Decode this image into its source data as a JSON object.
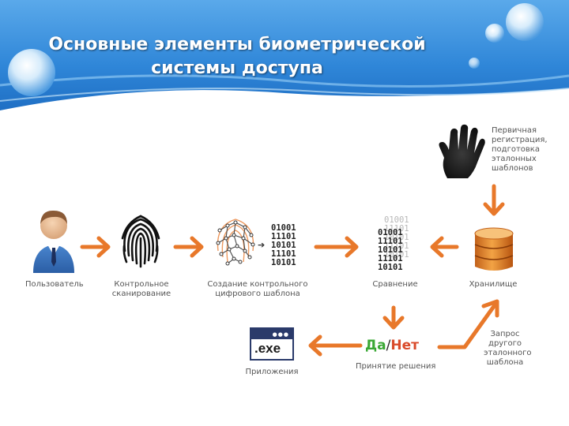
{
  "slide": {
    "title_line1": "Основные элементы биометрической",
    "title_line2": "системы доступа"
  },
  "colors": {
    "accent_arrow": "#e8782a",
    "header_blue": "#2d7fd3",
    "yes_green": "#3aa835",
    "no_red": "#d94a2a"
  },
  "nodes": {
    "user": {
      "label": "Пользователь",
      "icon": "user-icon"
    },
    "scan": {
      "label_line1": "Контрольное",
      "label_line2": "сканирование",
      "icon": "fingerprint-icon"
    },
    "template": {
      "label_line1": "Создание контрольного",
      "label_line2": "цифрового шаблона",
      "icon": "fingerprint-network-icon"
    },
    "compare": {
      "label": "Сравнение"
    },
    "storage": {
      "label": "Хранилище",
      "icon": "database-icon"
    },
    "registration": {
      "label_line1": "Первичная",
      "label_line2": "регистрация,",
      "label_line3": "подготовка",
      "label_line4": "эталонных",
      "label_line5": "шаблонов",
      "icon": "hand-print-icon"
    },
    "request": {
      "label_line1": "Запрос",
      "label_line2": "другого",
      "label_line3": "эталонного",
      "label_line4": "шаблона"
    },
    "decision": {
      "yes": "Да",
      "separator": "/",
      "no": "Нет",
      "label": "Принятие решения"
    },
    "apps": {
      "label": "Приложения",
      "card_text": ".exe",
      "card_dots": "●●●"
    }
  },
  "binary": {
    "template_code": [
      "01001",
      "11101",
      "10101",
      "11101",
      "10101"
    ],
    "compare_front": [
      "01001",
      "11101",
      "10101",
      "11101",
      "10101"
    ],
    "compare_back": [
      "01001",
      "11101",
      "10101",
      "11101",
      "10101"
    ]
  }
}
